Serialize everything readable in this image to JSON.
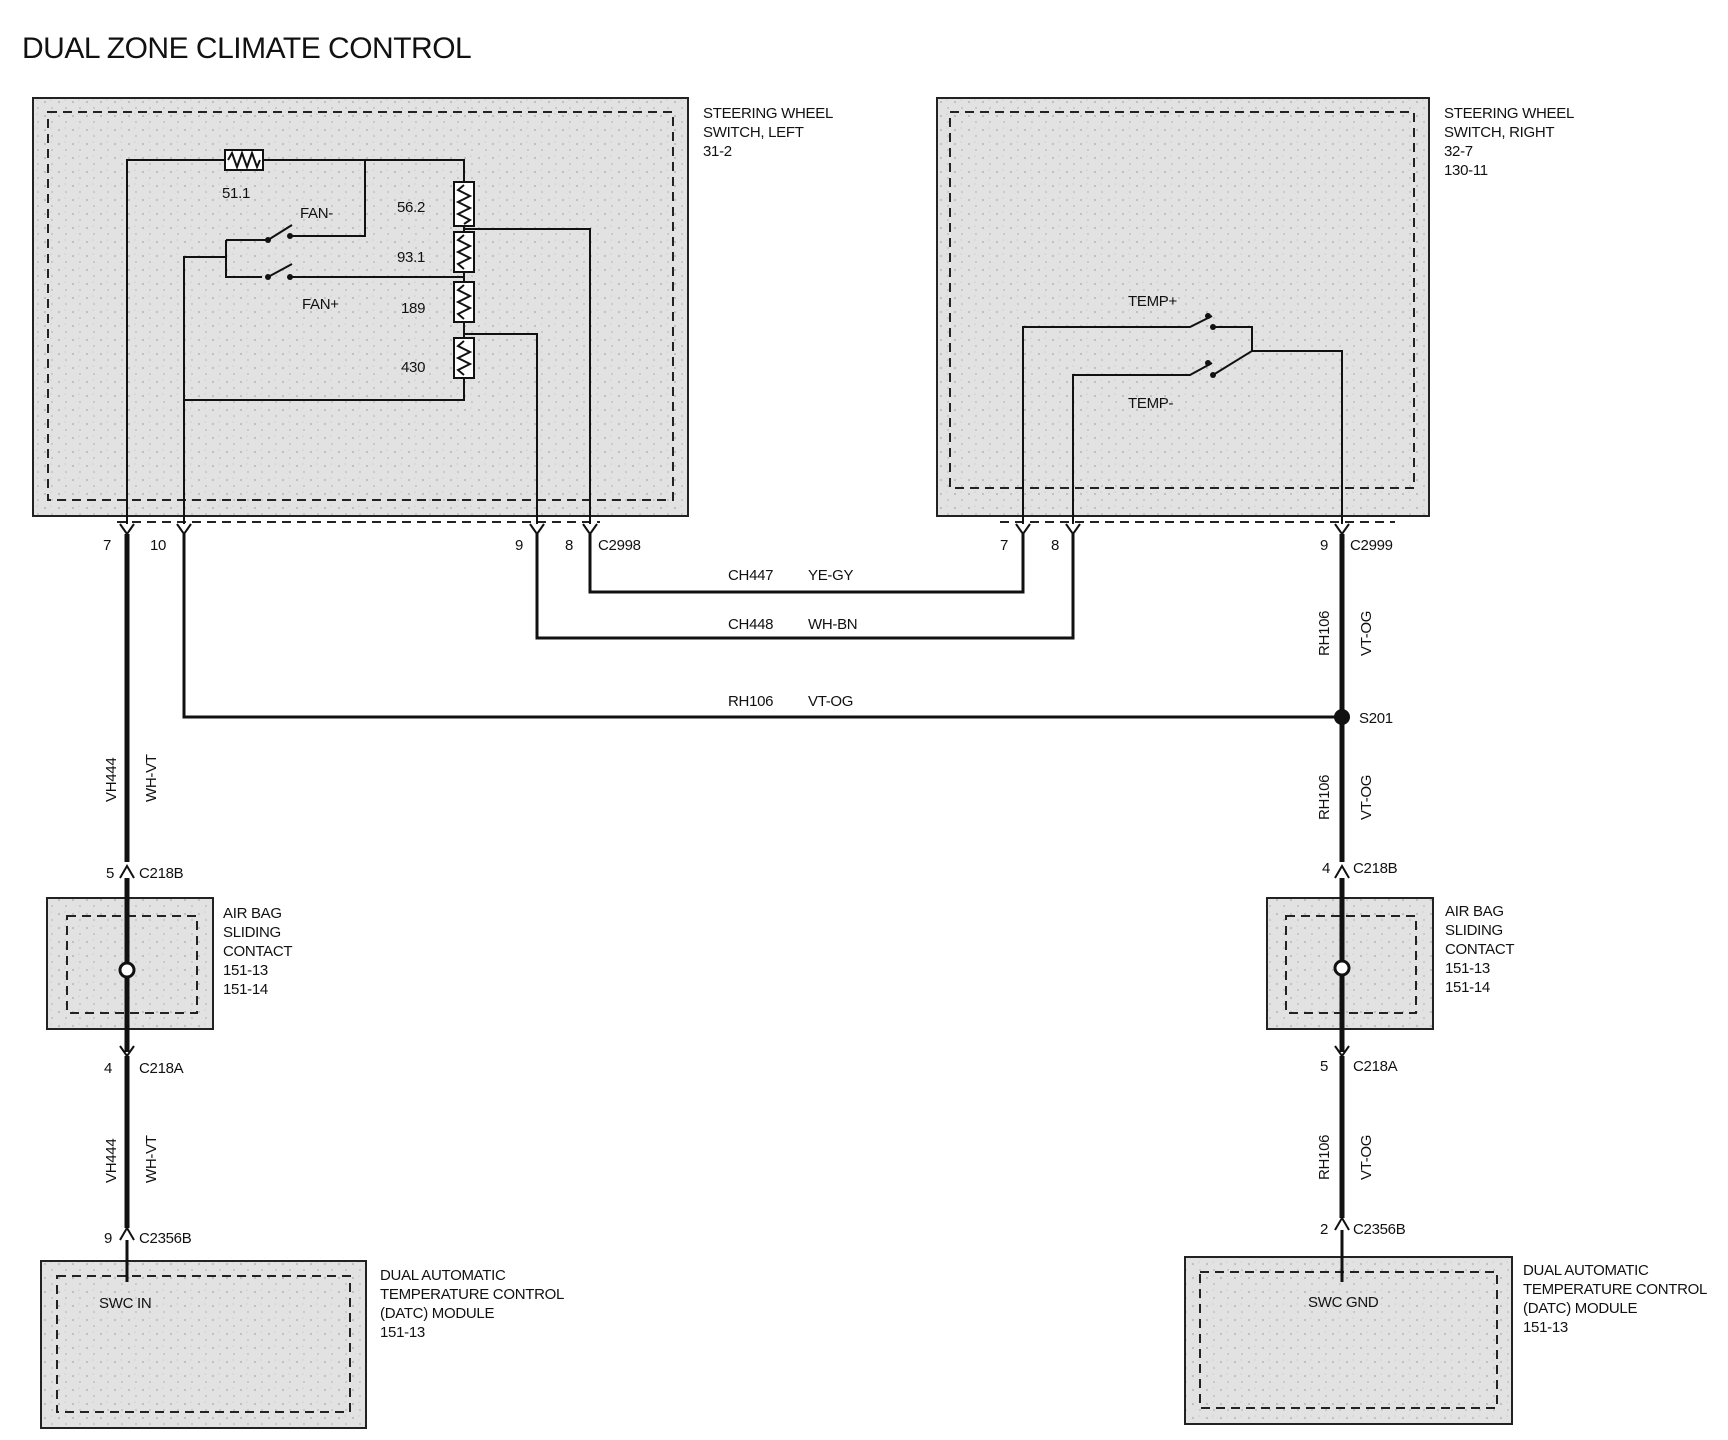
{
  "title": "DUAL ZONE CLIMATE CONTROL",
  "components": {
    "sw_left": {
      "lines": [
        "STEERING WHEEL",
        "SWITCH, LEFT",
        "31-2"
      ]
    },
    "sw_right": {
      "lines": [
        "STEERING WHEEL",
        "SWITCH, RIGHT",
        "32-7",
        "130-11"
      ]
    },
    "airbag_left": {
      "lines": [
        "AIR BAG",
        "SLIDING",
        "CONTACT",
        "151-13",
        "151-14"
      ]
    },
    "airbag_right": {
      "lines": [
        "AIR BAG",
        "SLIDING",
        "CONTACT",
        "151-13",
        "151-14"
      ]
    },
    "datc_left": {
      "lines": [
        "DUAL AUTOMATIC",
        "TEMPERATURE CONTROL",
        "(DATC) MODULE",
        "151-13"
      ],
      "pin_label": "SWC IN"
    },
    "datc_right": {
      "lines": [
        "DUAL AUTOMATIC",
        "TEMPERATURE CONTROL",
        "(DATC) MODULE",
        "151-13"
      ],
      "pin_label": "SWC GND"
    }
  },
  "resistors": [
    "51.1",
    "56.2",
    "93.1",
    "189",
    "430"
  ],
  "switches": [
    "FAN-",
    "FAN+",
    "TEMP+",
    "TEMP-"
  ],
  "connectors": {
    "c2998": "C2998",
    "c2999": "C2999",
    "c218b": "C218B",
    "c218a": "C218A",
    "c2356b": "C2356B"
  },
  "pins": {
    "left_7": "7",
    "left_10": "10",
    "left_9": "9",
    "left_8": "8",
    "right_7": "7",
    "right_8": "8",
    "right_9": "9",
    "l_c218b": "5",
    "l_c218a": "4",
    "l_c2356b": "9",
    "r_c218b": "4",
    "r_c218a": "5",
    "r_c2356b": "2"
  },
  "splice": "S201",
  "circuits": {
    "ch447": {
      "id": "CH447",
      "color": "YE-GY"
    },
    "ch448": {
      "id": "CH448",
      "color": "WH-BN"
    },
    "rh106": {
      "id": "RH106",
      "color": "VT-OG"
    },
    "vh444": {
      "id": "VH444",
      "color": "WH-VT"
    }
  }
}
